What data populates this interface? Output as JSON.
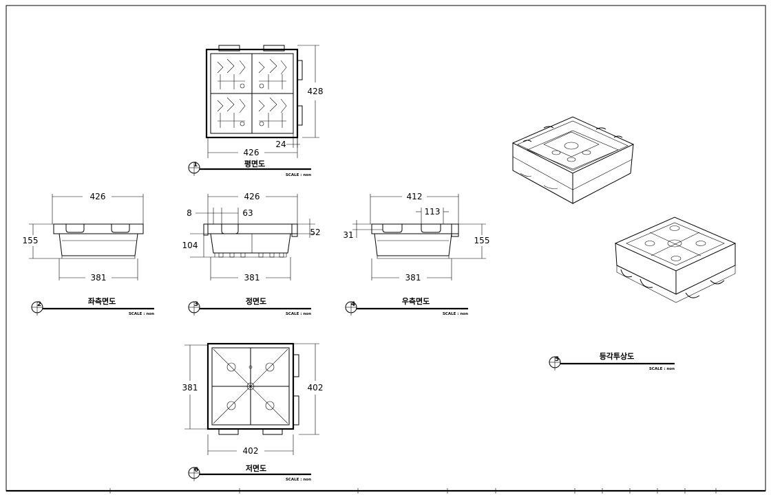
{
  "views": [
    {
      "id": "plan",
      "number": "1",
      "title": "평면도",
      "scale": "SCALE : non",
      "dims": {
        "width": "426",
        "height": "428",
        "lip": "24"
      }
    },
    {
      "id": "left",
      "number": "2",
      "title": "좌측면도",
      "scale": "SCALE : non",
      "dims": {
        "top": "426",
        "height": "155",
        "bottom": "381"
      }
    },
    {
      "id": "front",
      "number": "3",
      "title": "정면도",
      "scale": "SCALE : non",
      "dims": {
        "top": "426",
        "small_a": "8",
        "small_b": "63",
        "right": "52",
        "left": "104",
        "bottom": "381"
      }
    },
    {
      "id": "right",
      "number": "4",
      "title": "우측면도",
      "scale": "SCALE : non",
      "dims": {
        "top": "412",
        "notch": "113",
        "left": "31",
        "height": "155",
        "bottom": "381"
      }
    },
    {
      "id": "iso",
      "number": "5",
      "title": "등각투상도",
      "scale": "SCALE : non"
    },
    {
      "id": "bottom",
      "number": "6",
      "title": "저면도",
      "scale": "SCALE : non",
      "dims": {
        "left": "381",
        "right": "402",
        "bottom": "402"
      }
    }
  ],
  "icons": [
    "view-number-marker-icon",
    "isometric-tray-drawing-icon"
  ]
}
